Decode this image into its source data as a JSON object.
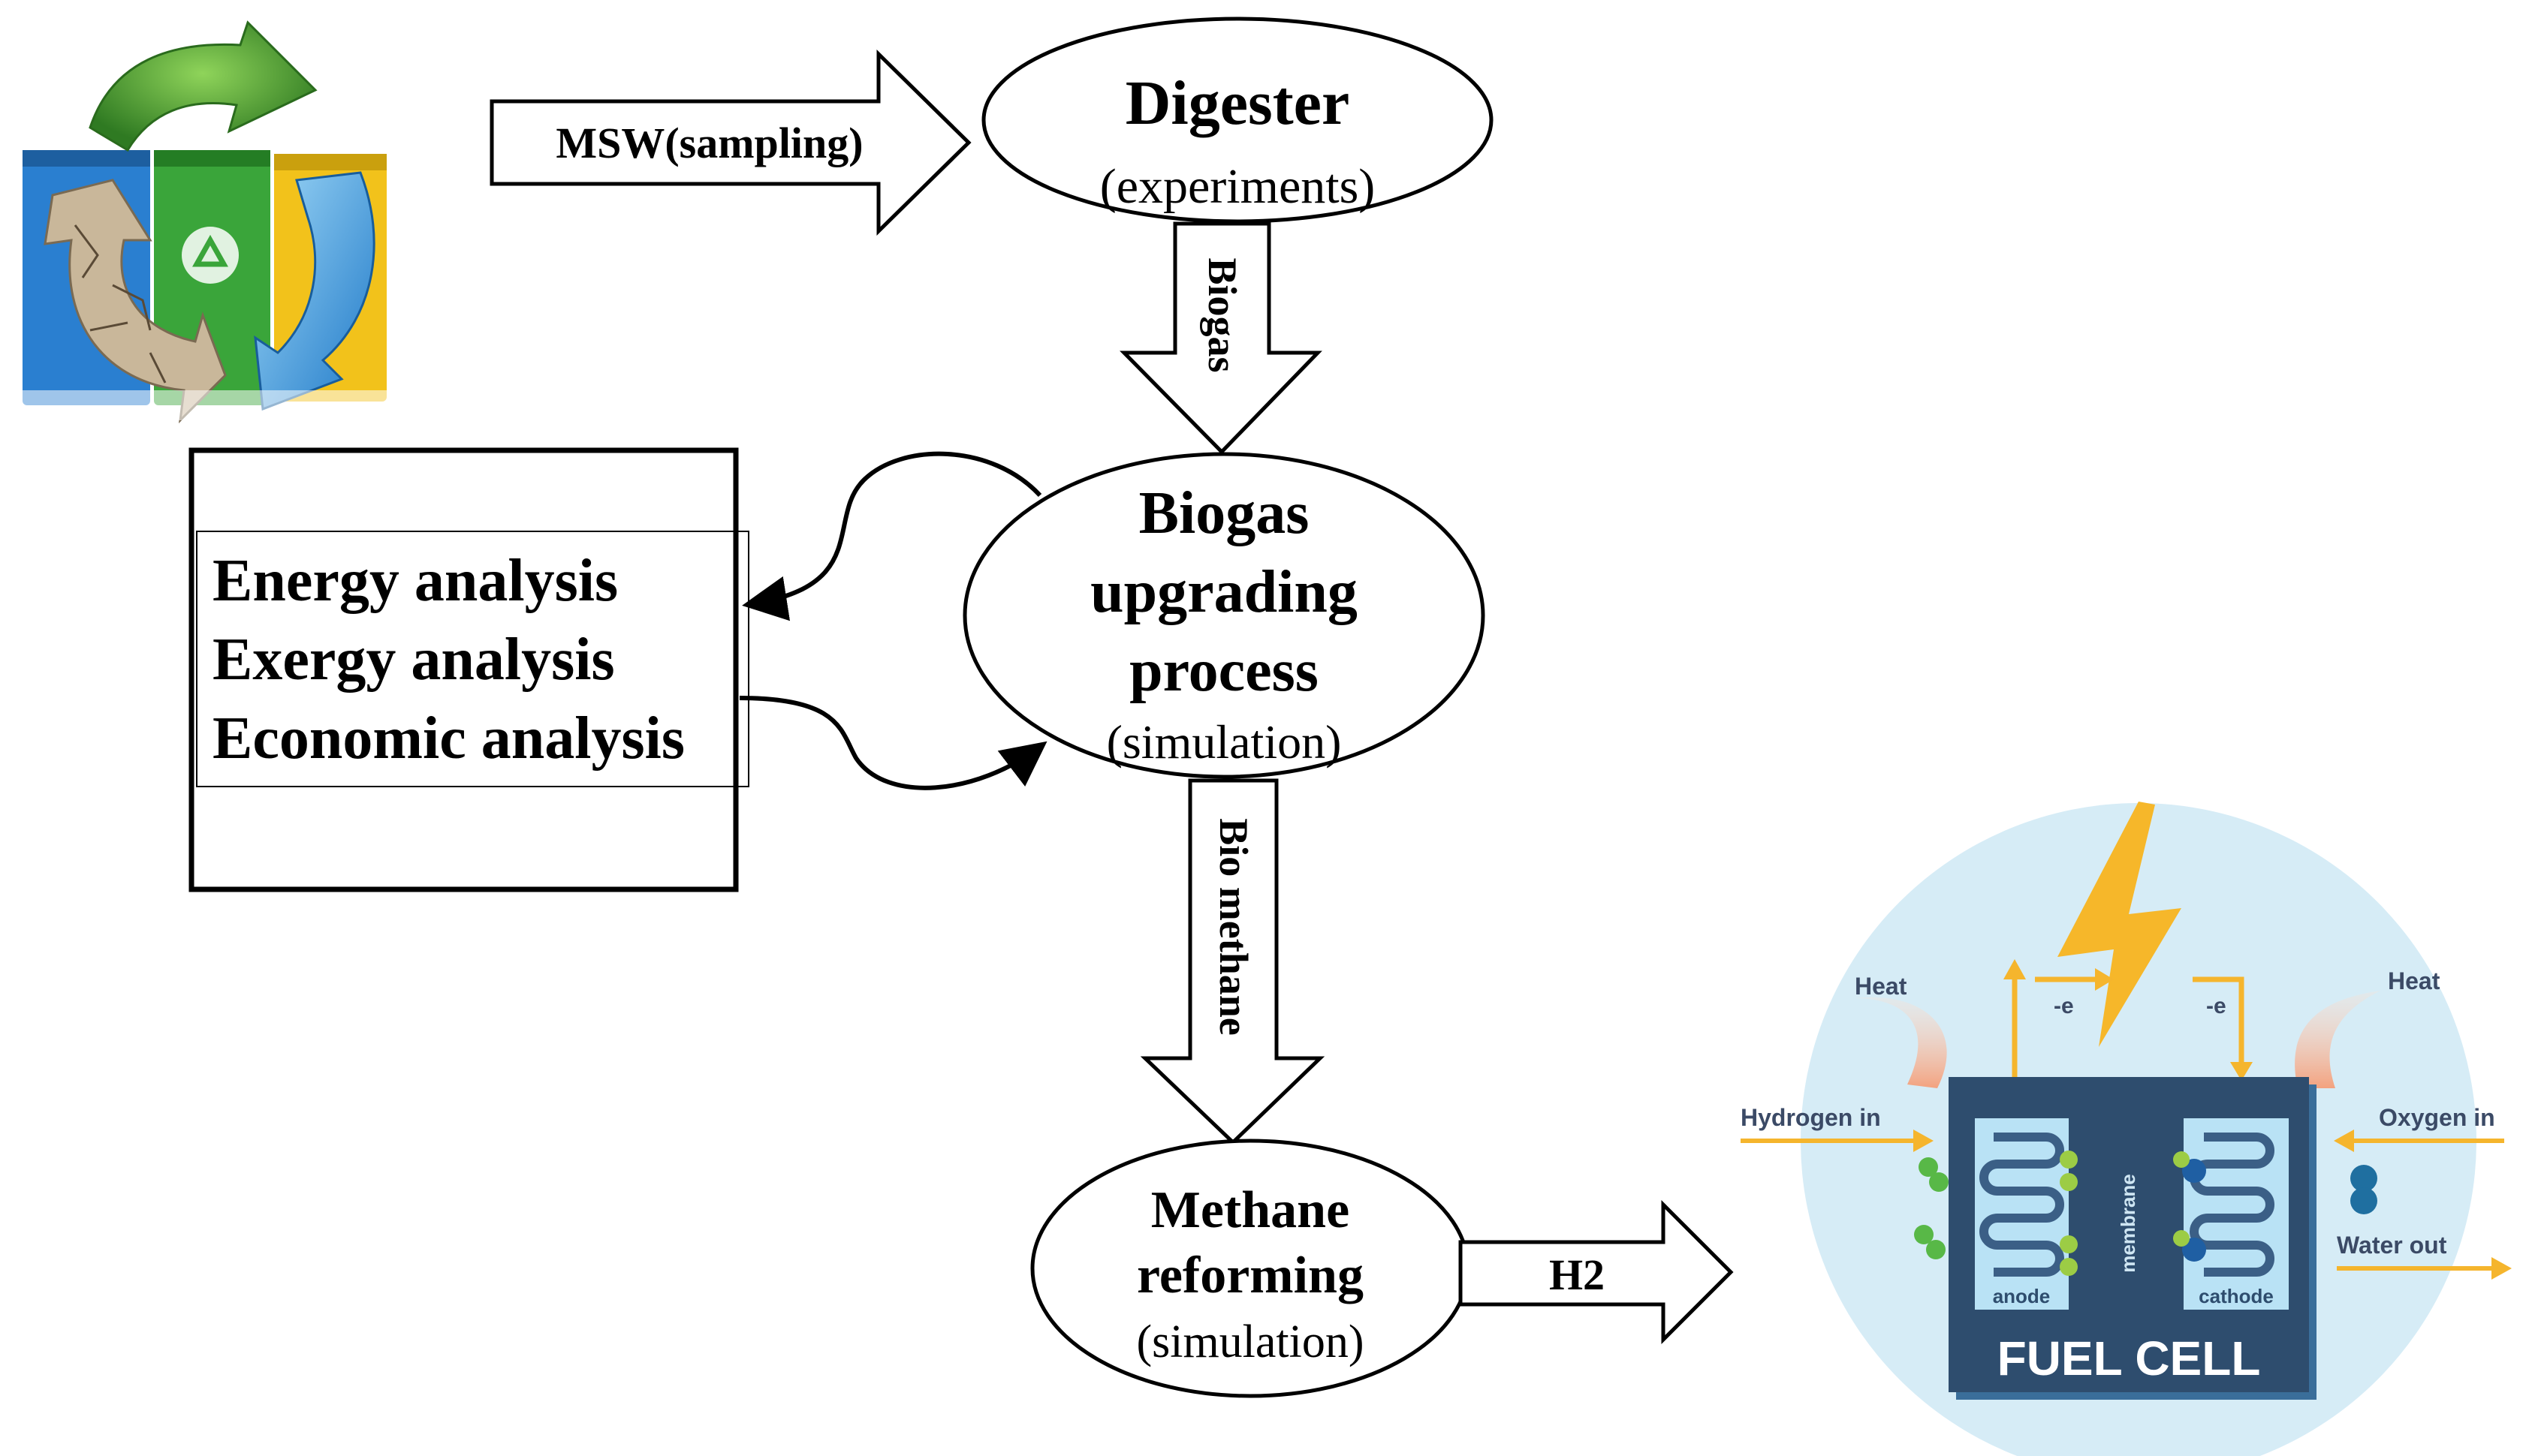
{
  "diagram": {
    "nodes": {
      "digester": {
        "title": "Digester",
        "subtitle": "(experiments)"
      },
      "upgrading": {
        "line1": "Biogas",
        "line2": "upgrading",
        "line3": "process",
        "subtitle": "(simulation)"
      },
      "reforming": {
        "line1": "Methane",
        "line2": "reforming",
        "subtitle": "(simulation)"
      },
      "analysis": {
        "line1": "Energy analysis",
        "line2": "Exergy analysis",
        "line3": "Economic analysis"
      }
    },
    "edges": {
      "msw": "MSW(sampling)",
      "biogas": "Biogas",
      "biomethane": "Bio methane",
      "h2": "H2"
    },
    "fuel_cell": {
      "title": "FUEL CELL",
      "heat_left": "Heat",
      "heat_right": "Heat",
      "hydrogen_in": "Hydrogen in",
      "oxygen_in": "Oxygen in",
      "water_out": "Water out",
      "electron_left": "-e",
      "electron_right": "-e",
      "anode": "anode",
      "cathode": "cathode",
      "membrane": "membrane"
    },
    "icons": {
      "recycle": "recycle-bins-icon",
      "fuel_cell": "fuel-cell-icon",
      "lightning": "lightning-icon"
    },
    "colors": {
      "fuel_cell_body": "#2e4d6e",
      "fuel_cell_circle": "#d6ecf6",
      "lightning": "#f6b72a",
      "arrow_yellow": "#f5b52d",
      "green_bin": "#3aa53a",
      "blue_bin": "#2a7fd0",
      "yellow_bin": "#f2c21b"
    }
  }
}
